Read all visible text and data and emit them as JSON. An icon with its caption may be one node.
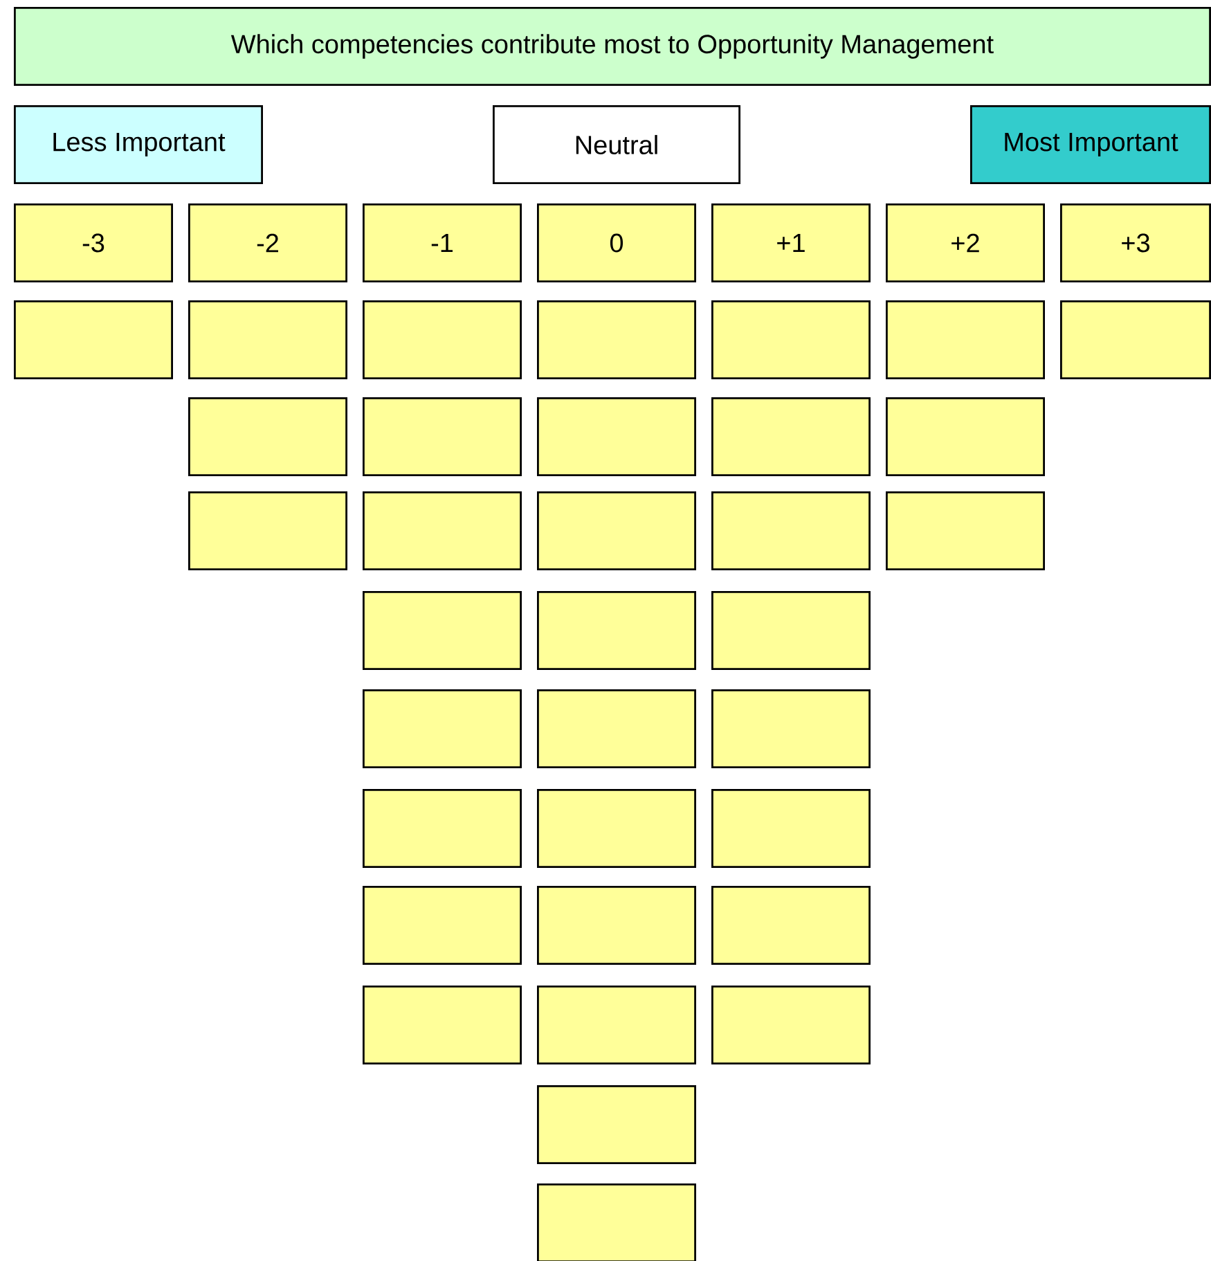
{
  "diagram": {
    "nodes": [
      {
        "text": [
          "Which competencies contribute most to Opportunity Management"
        ]
      },
      {
        "text": [
          "Less Important"
        ]
      },
      {
        "text": [
          "Neutral"
        ]
      },
      {
        "text": [
          "Most Important"
        ]
      },
      {
        "text": [
          "-3"
        ]
      },
      {
        "text": [
          "-2"
        ]
      },
      {
        "text": [
          "-1"
        ]
      },
      {
        "text": [
          "0"
        ]
      },
      {
        "text": [
          "+1"
        ]
      },
      {
        "text": [
          "+2"
        ]
      },
      {
        "text": [
          "+3"
        ]
      },
      {
        "text": [],
        "shape": "box"
      },
      {
        "text": [],
        "shape": "box"
      },
      {
        "text": [],
        "shape": "box"
      },
      {
        "text": [],
        "shape": "box"
      },
      {
        "text": [],
        "shape": "box"
      },
      {
        "text": [],
        "shape": "box"
      },
      {
        "text": [],
        "shape": "box"
      },
      {
        "text": [],
        "shape": "box"
      },
      {
        "text": [],
        "shape": "box"
      },
      {
        "text": [],
        "shape": "box"
      },
      {
        "text": [],
        "shape": "box"
      },
      {
        "text": [],
        "shape": "box"
      },
      {
        "text": [],
        "shape": "box"
      },
      {
        "text": [],
        "shape": "box"
      },
      {
        "text": [],
        "shape": "box"
      },
      {
        "text": [],
        "shape": "box"
      },
      {
        "text": [],
        "shape": "box"
      },
      {
        "text": [],
        "shape": "box"
      },
      {
        "text": [],
        "shape": "box"
      },
      {
        "text": [],
        "shape": "box"
      },
      {
        "text": [],
        "shape": "box"
      },
      {
        "text": [],
        "shape": "box"
      },
      {
        "text": [],
        "shape": "box"
      },
      {
        "text": [],
        "shape": "box"
      },
      {
        "text": [],
        "shape": "box"
      },
      {
        "text": [],
        "shape": "box"
      },
      {
        "text": [],
        "shape": "box"
      },
      {
        "text": [],
        "shape": "box"
      },
      {
        "text": [],
        "shape": "box"
      },
      {
        "text": [],
        "shape": "box"
      },
      {
        "text": [],
        "shape": "box"
      },
      {
        "text": [],
        "shape": "box"
      },
      {
        "text": [],
        "shape": "box"
      },
      {
        "text": [],
        "shape": "box"
      }
    ]
  }
}
